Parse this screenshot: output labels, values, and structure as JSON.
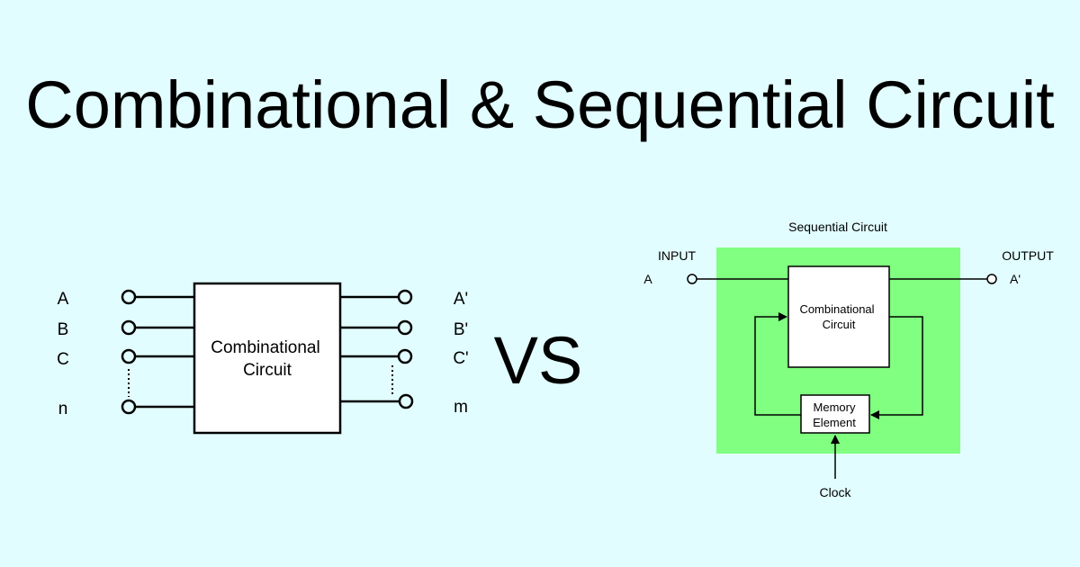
{
  "title": "Combinational & Sequential Circuit",
  "vs_label": "VS",
  "colors": {
    "background": "#e2fdff",
    "sequential_panel": "#80ff80",
    "line": "#000000",
    "box_fill": "#ffffff"
  },
  "combinational": {
    "block_label_line1": "Combinational",
    "block_label_line2": "Circuit",
    "inputs": [
      "A",
      "B",
      "C",
      "n"
    ],
    "outputs": [
      "A'",
      "B'",
      "C'",
      "m"
    ]
  },
  "sequential": {
    "title": "Sequential Circuit",
    "input_label": "INPUT",
    "output_label": "OUTPUT",
    "input_signal": "A",
    "output_signal": "A'",
    "comb_label_line1": "Combinational",
    "comb_label_line2": "Circuit",
    "memory_label_line1": "Memory",
    "memory_label_line2": "Element",
    "clock_label": "Clock"
  }
}
